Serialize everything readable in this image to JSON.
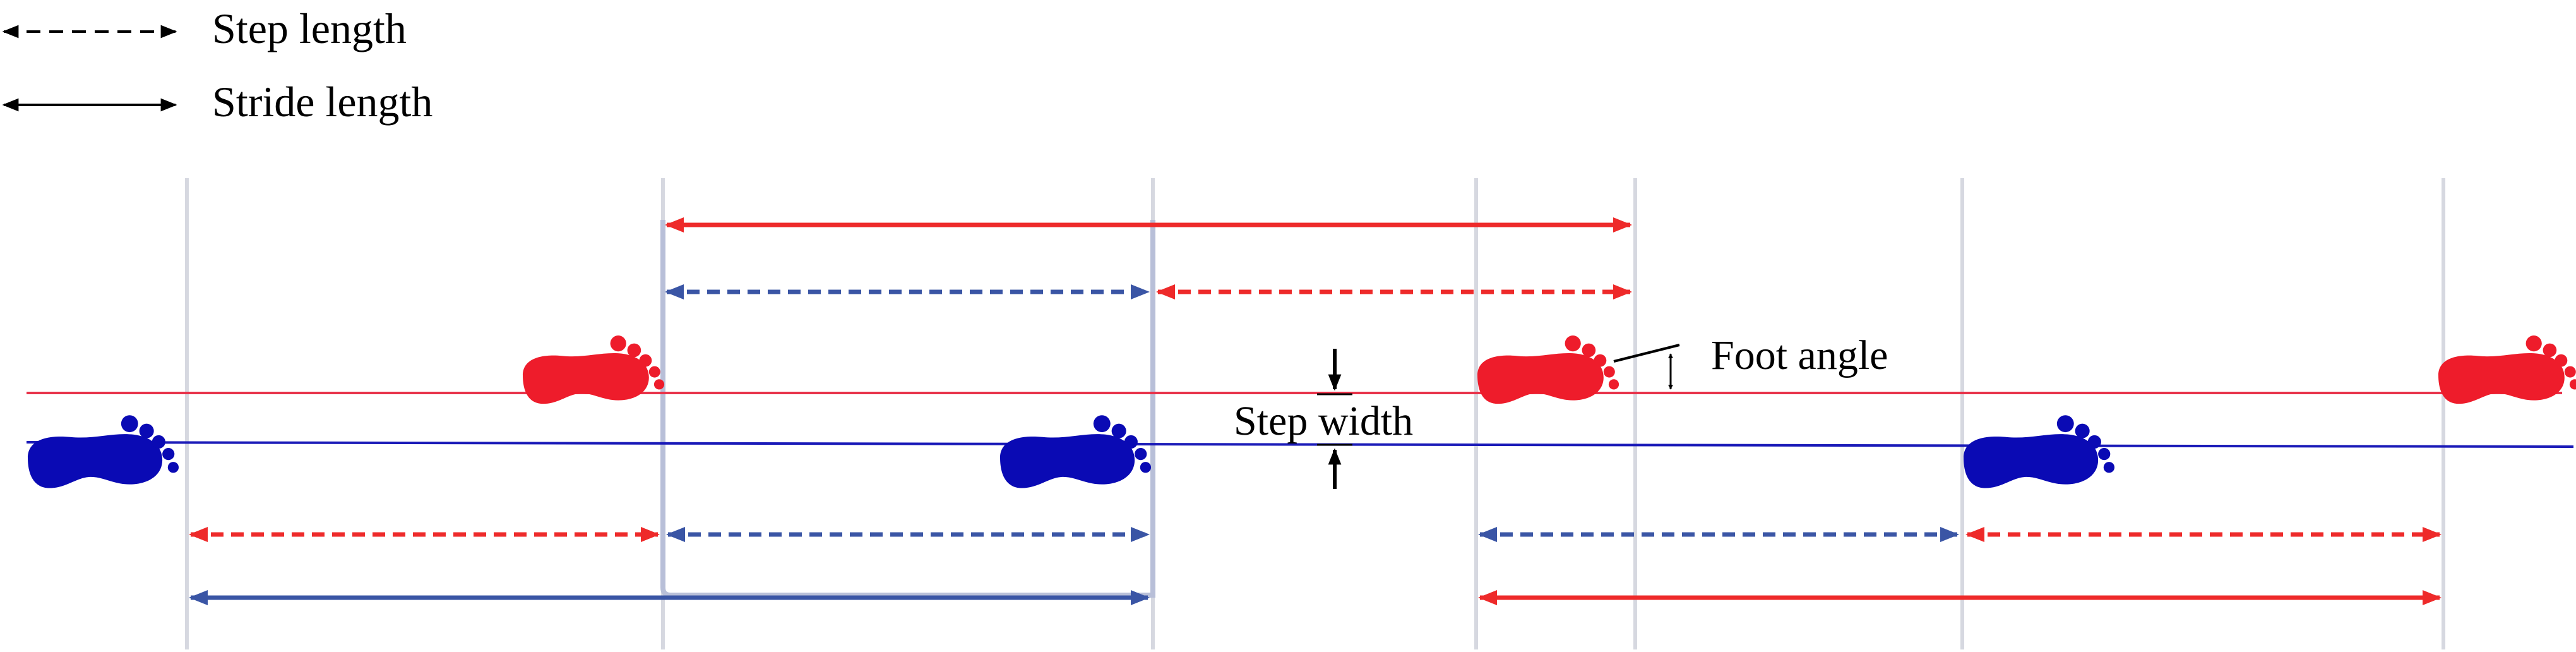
{
  "legend": {
    "step_length": "Step length",
    "stride_length": "Stride length"
  },
  "annotations": {
    "foot_angle": "Foot angle",
    "step_width": "Step width"
  },
  "colors": {
    "left_foot": "#ee1c2b",
    "right_foot": "#0a0ab4",
    "left_line": "#e8334a",
    "right_line": "#1a1ab8",
    "red_arrow": "#ee2a2a",
    "blue_arrow": "#3a55a5",
    "guide": "#d6d8e0",
    "black": "#000000"
  },
  "feet": [
    {
      "side": "left",
      "icon": "red-footprint-icon"
    },
    {
      "side": "right",
      "icon": "blue-footprint-icon"
    },
    {
      "side": "left",
      "icon": "red-footprint-icon"
    },
    {
      "side": "right",
      "icon": "blue-footprint-icon"
    },
    {
      "side": "left",
      "icon": "red-footprint-icon"
    },
    {
      "side": "right",
      "icon": "blue-footprint-icon"
    }
  ]
}
